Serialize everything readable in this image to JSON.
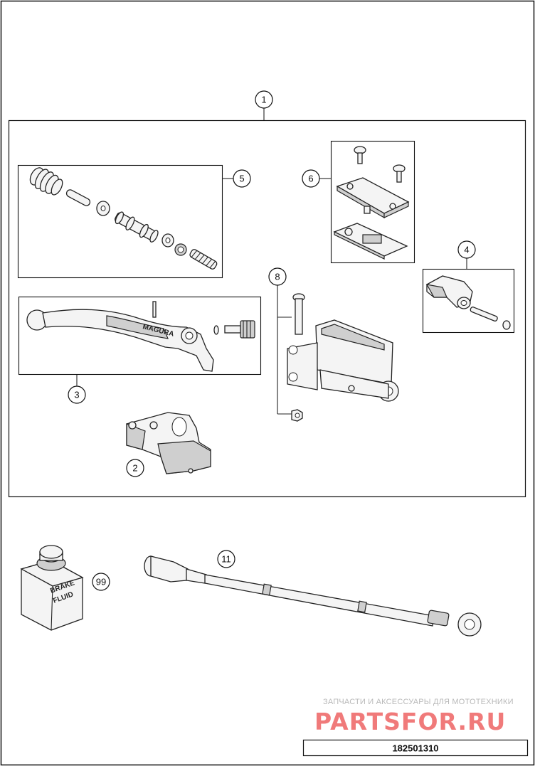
{
  "callouts": {
    "c1": "1",
    "c2": "2",
    "c3": "3",
    "c4": "4",
    "c5": "5",
    "c6": "6",
    "c8": "8",
    "c11": "11",
    "c99": "99"
  },
  "product_text": {
    "can_line1": "BRAKE",
    "can_line2": "FLUID",
    "lever_brand": "MAGURA"
  },
  "watermark": {
    "caption": "ЗАПЧАСТИ И АКСЕССУАРЫ ДЛЯ МОТОТЕХНИКИ",
    "brand": "PARTSFOR.RU"
  },
  "diagram_code": "182501310"
}
